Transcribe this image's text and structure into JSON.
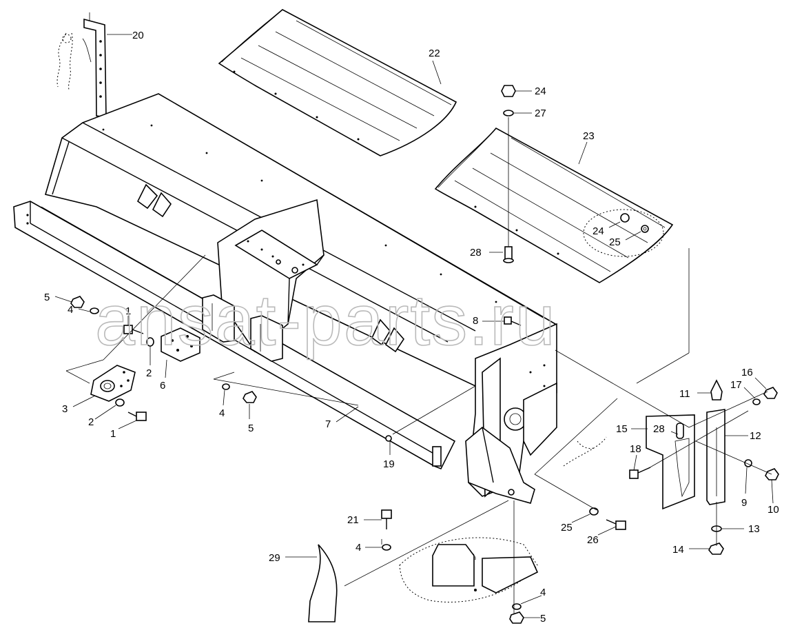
{
  "watermark": "ansat-parts.ru",
  "callouts": [
    {
      "id": "c20",
      "label": "20"
    },
    {
      "id": "c22",
      "label": "22"
    },
    {
      "id": "c24a",
      "label": "24"
    },
    {
      "id": "c27",
      "label": "27"
    },
    {
      "id": "c23",
      "label": "23"
    },
    {
      "id": "c24b",
      "label": "24"
    },
    {
      "id": "c25a",
      "label": "25"
    },
    {
      "id": "c28a",
      "label": "28"
    },
    {
      "id": "c5a",
      "label": "5"
    },
    {
      "id": "c4a",
      "label": "4"
    },
    {
      "id": "c1a",
      "label": "1"
    },
    {
      "id": "c2a",
      "label": "2"
    },
    {
      "id": "c6",
      "label": "6"
    },
    {
      "id": "c3",
      "label": "3"
    },
    {
      "id": "c2b",
      "label": "2"
    },
    {
      "id": "c1b",
      "label": "1"
    },
    {
      "id": "c4b",
      "label": "4"
    },
    {
      "id": "c5b",
      "label": "5"
    },
    {
      "id": "c7",
      "label": "7"
    },
    {
      "id": "c8",
      "label": "8"
    },
    {
      "id": "c19",
      "label": "19"
    },
    {
      "id": "c16",
      "label": "16"
    },
    {
      "id": "c17",
      "label": "17"
    },
    {
      "id": "c11",
      "label": "11"
    },
    {
      "id": "c15",
      "label": "15"
    },
    {
      "id": "c28b",
      "label": "28"
    },
    {
      "id": "c12",
      "label": "12"
    },
    {
      "id": "c18",
      "label": "18"
    },
    {
      "id": "c9",
      "label": "9"
    },
    {
      "id": "c10",
      "label": "10"
    },
    {
      "id": "c13",
      "label": "13"
    },
    {
      "id": "c14",
      "label": "14"
    },
    {
      "id": "c21",
      "label": "21"
    },
    {
      "id": "c4c",
      "label": "4"
    },
    {
      "id": "c25b",
      "label": "25"
    },
    {
      "id": "c26",
      "label": "26"
    },
    {
      "id": "c29",
      "label": "29"
    },
    {
      "id": "c4d",
      "label": "4"
    },
    {
      "id": "c5c",
      "label": "5"
    }
  ]
}
